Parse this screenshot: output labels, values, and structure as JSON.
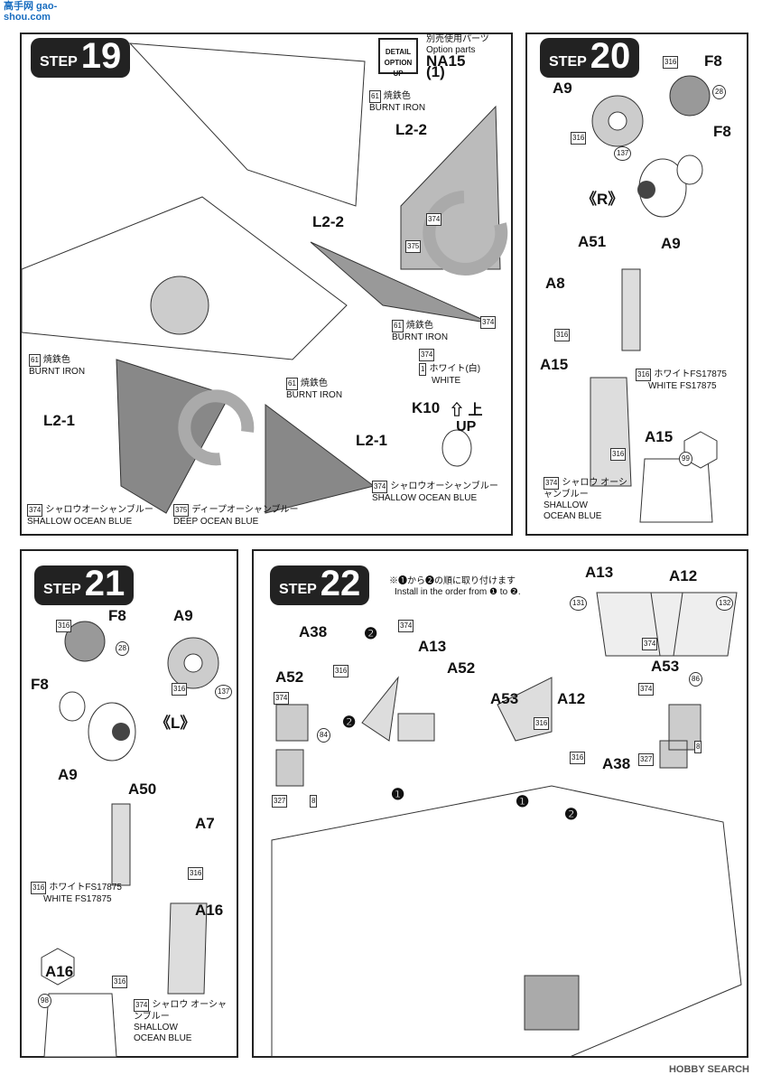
{
  "watermark_logo": "高手网 gao-shou.com",
  "footer_watermark": "HOBBY SEARCH",
  "step19": {
    "word": "STEP",
    "num": "19",
    "detail_badge": "DETAIL OPTION UP",
    "option_jp": "別売使用パーツ",
    "option_en": "Option parts",
    "option_part": "NA15",
    "option_qty": "(1)",
    "parts": [
      "L2-2",
      "L2-2",
      "L2-1",
      "L2-1",
      "K10"
    ],
    "up_jp": "上",
    "up_en": "UP",
    "colors": [
      {
        "code": "61",
        "jp": "焼鉄色",
        "en": "BURNT IRON"
      },
      {
        "code": "374",
        "jp": "",
        "en": ""
      },
      {
        "code": "375",
        "jp": "",
        "en": ""
      },
      {
        "code": "61",
        "jp": "焼鉄色",
        "en": "BURNT IRON"
      },
      {
        "code": "374",
        "jp": "",
        "en": ""
      },
      {
        "code": "1",
        "jp": "ホワイト(白)",
        "en": "WHITE"
      },
      {
        "code": "61",
        "jp": "焼鉄色",
        "en": "BURNT IRON"
      },
      {
        "code": "61",
        "jp": "焼鉄色",
        "en": "BURNT IRON"
      },
      {
        "code": "374",
        "jp": "シャロウオーシャンブルー",
        "en": "SHALLOW OCEAN BLUE"
      },
      {
        "code": "375",
        "jp": "ディープオーシャンブルー",
        "en": "DEEP OCEAN BLUE"
      },
      {
        "code": "374",
        "jp": "シャロウオーシャンブルー",
        "en": "SHALLOW OCEAN BLUE"
      }
    ]
  },
  "step20": {
    "word": "STEP",
    "num": "20",
    "parts": [
      "A9",
      "F8",
      "F8",
      "A9",
      "A51",
      "A8",
      "A15",
      "A15"
    ],
    "side": "《R》",
    "codes": [
      "316",
      "28",
      "316",
      "137",
      "316",
      "316",
      "316",
      "99"
    ],
    "white": {
      "code": "316",
      "jp": "ホワイトFS17875",
      "en": "WHITE FS17875"
    },
    "blue": {
      "code": "374",
      "jp": "シャロウ オーシャンブルー",
      "en1": "SHALLOW",
      "en2": "OCEAN BLUE"
    }
  },
  "step21": {
    "word": "STEP",
    "num": "21",
    "parts": [
      "F8",
      "A9",
      "F8",
      "A9",
      "A50",
      "A7",
      "A16",
      "A16"
    ],
    "side": "《L》",
    "codes": [
      "316",
      "28",
      "316",
      "137",
      "316",
      "316",
      "98"
    ],
    "white": {
      "code": "316",
      "jp": "ホワイトFS17875",
      "en": "WHITE FS17875"
    },
    "blue": {
      "code": "374",
      "jp": "シャロウ オーシャンブルー",
      "en1": "SHALLOW",
      "en2": "OCEAN BLUE"
    }
  },
  "step22": {
    "word": "STEP",
    "num": "22",
    "note_jp": "※❶から❷の順に取り付けます",
    "note_en": "Install in the order from ❶ to ❷.",
    "parts": [
      "A13",
      "A12",
      "A38",
      "A13",
      "A52",
      "A52",
      "A53",
      "A12",
      "A38",
      "A53"
    ],
    "codes": [
      "131",
      "132",
      "374",
      "374",
      "374",
      "84",
      "327",
      "8",
      "374",
      "86",
      "327",
      "8",
      "316",
      "316",
      "316"
    ],
    "order": [
      "❶",
      "❷"
    ]
  }
}
